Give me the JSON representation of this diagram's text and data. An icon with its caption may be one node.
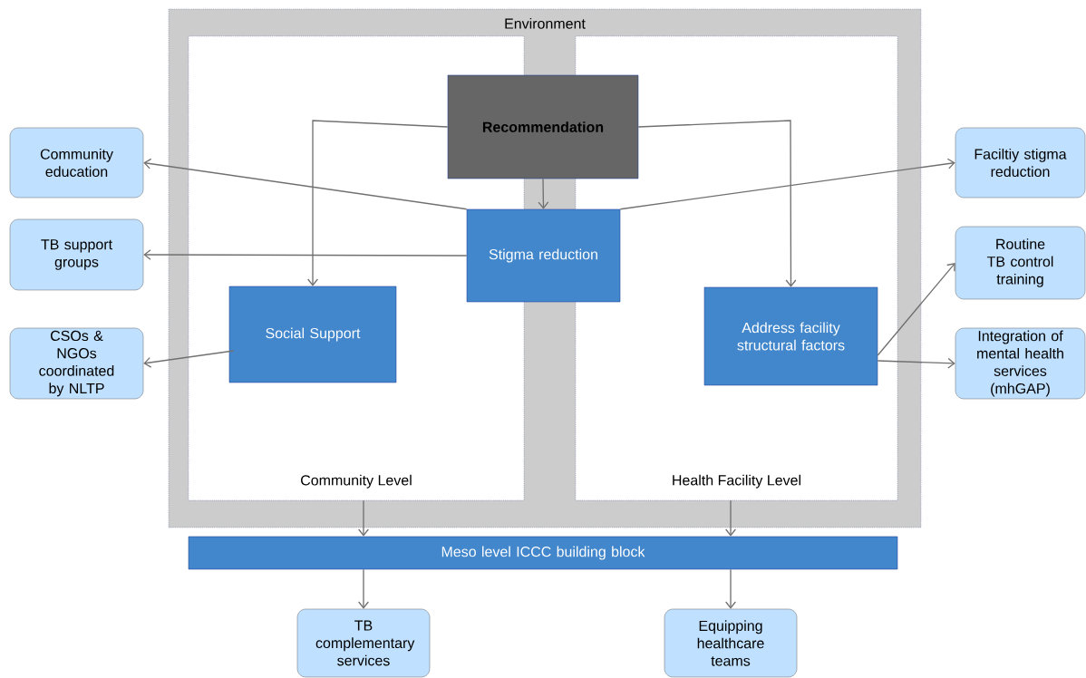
{
  "diagram": {
    "nodes": [
      {
        "text": [
          "Environment"
        ]
      },
      {
        "text": [
          "Community Level"
        ],
        "in": 0
      },
      {
        "text": [
          "Health Facility Level"
        ],
        "in": 0
      },
      {
        "text": [
          "Recommendation"
        ],
        "in": 0
      },
      {
        "text": [
          "Stigma reduction"
        ],
        "in": 0
      },
      {
        "text": [
          "Social Support"
        ],
        "in": 1
      },
      {
        "text": [
          "Address facility structural factors"
        ],
        "in": 2
      },
      {
        "text": [
          "Community education"
        ]
      },
      {
        "text": [
          "TB support groups"
        ]
      },
      {
        "text": [
          "CSOs & NGOs coordinated by NLTP"
        ]
      },
      {
        "text": [
          "Faciltiy stigma reduction"
        ]
      },
      {
        "text": [
          "Routine TB control training"
        ]
      },
      {
        "text": [
          "Integration of mental health services (mhGAP)"
        ]
      },
      {
        "text": [
          "Meso level ICCC building block"
        ]
      },
      {
        "text": [
          "TB complementary services"
        ]
      },
      {
        "text": [
          "Equipping healthcare teams"
        ]
      }
    ],
    "edges": [
      {
        "from": 3,
        "to": 5,
        "arrow": "to"
      },
      {
        "from": 3,
        "to": 6,
        "arrow": "to"
      },
      {
        "from": 3,
        "to": 4,
        "arrow": "to"
      },
      {
        "from": 4,
        "to": 7,
        "arrow": "to"
      },
      {
        "from": 4,
        "to": 8,
        "arrow": "to"
      },
      {
        "from": 4,
        "to": 10,
        "arrow": "to"
      },
      {
        "from": 5,
        "to": 9,
        "arrow": "to"
      },
      {
        "from": 6,
        "to": 11,
        "arrow": "to"
      },
      {
        "from": 6,
        "to": 12,
        "arrow": "to"
      },
      {
        "from": 1,
        "to": 13,
        "arrow": "to"
      },
      {
        "from": 2,
        "to": 13,
        "arrow": "to"
      },
      {
        "from": 13,
        "to": 14,
        "arrow": "to"
      },
      {
        "from": 13,
        "to": 15,
        "arrow": "to"
      }
    ]
  }
}
